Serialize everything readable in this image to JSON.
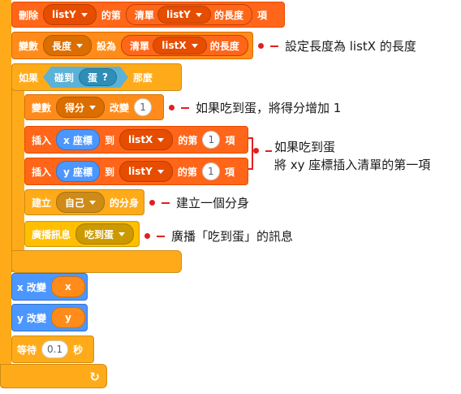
{
  "blocks": {
    "delete_item": {
      "prefix": "刪除",
      "list1": "listY",
      "mid": "的第",
      "reporter_prefix": "清單",
      "list2": "listY",
      "reporter_suffix": "的長度",
      "suffix": "項"
    },
    "set_length": {
      "prefix": "變數",
      "var": "長度",
      "mid": "設為",
      "reporter_prefix": "清單",
      "list": "listX",
      "reporter_suffix": "的長度"
    },
    "if_block": {
      "prefix": "如果",
      "sense_label": "碰到",
      "sense_target": "蛋",
      "then": "那麼"
    },
    "change_score": {
      "prefix": "變數",
      "var": "得分",
      "mid": "改變",
      "value": "1"
    },
    "insert_x": {
      "prefix": "插入",
      "reporter": "x 座標",
      "to": "到",
      "list": "listX",
      "mid": "的第",
      "index": "1",
      "suffix": "項"
    },
    "insert_y": {
      "prefix": "插入",
      "reporter": "y 座標",
      "to": "到",
      "list": "listY",
      "mid": "的第",
      "index": "1",
      "suffix": "項"
    },
    "clone": {
      "prefix": "建立",
      "target": "自己",
      "suffix": "的分身"
    },
    "broadcast": {
      "prefix": "廣播訊息",
      "message": "吃到蛋"
    },
    "change_x": {
      "label": "x 改變",
      "value": "x"
    },
    "change_y": {
      "label": "y 改變",
      "value": "y"
    },
    "wait": {
      "prefix": "等待",
      "value": "0.1",
      "suffix": "秒"
    }
  },
  "annotations": {
    "set_length": "設定長度為 listX 的長度",
    "change_score": "如果吃到蛋，將得分增加 1",
    "insert_line1": "如果吃到蛋",
    "insert_line2": "將 xy 座標插入清單的第一項",
    "clone": "建立一個分身",
    "broadcast": "廣播「吃到蛋」的訊息"
  },
  "icons": {
    "loop_arrow": "rotate-arrow-icon",
    "dropdown": "triangle-down-icon"
  },
  "colors": {
    "variables": "#FF8C1A",
    "lists": "#FF661A",
    "control": "#FFAB19",
    "events": "#FFBF00",
    "motion": "#4C97FF",
    "sensing": "#5CB1D6",
    "annotation_line": "#E02020"
  }
}
